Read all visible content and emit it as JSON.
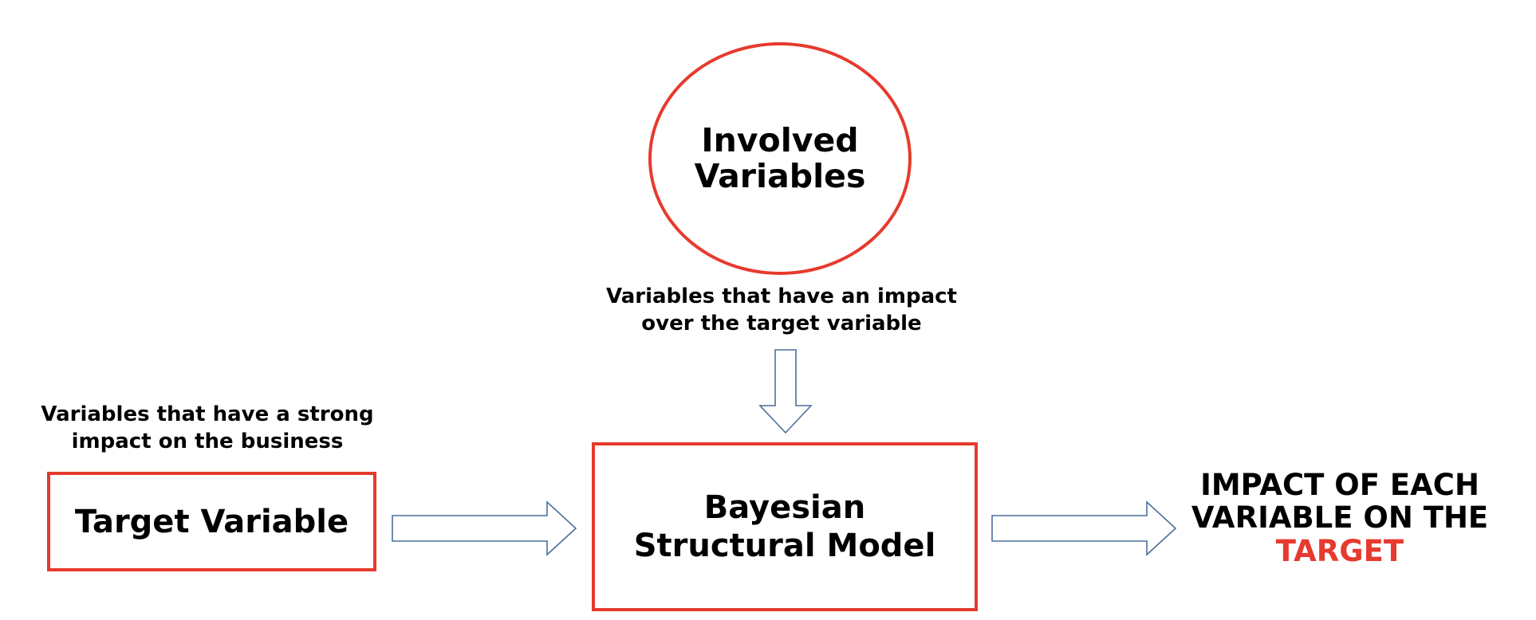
{
  "diagram": {
    "involved": {
      "label": "Involved Variables",
      "caption_line1": "Variables that have an impact",
      "caption_line2": "over the target variable"
    },
    "target": {
      "label": "Target Variable",
      "caption_line1": "Variables that have a strong",
      "caption_line2": "impact on the business"
    },
    "model": {
      "label_line1": "Bayesian",
      "label_line2": "Structural Model"
    },
    "result": {
      "line1": "IMPACT OF EACH",
      "line2": "VARIABLE ON THE",
      "accent": "TARGET"
    },
    "colors": {
      "node_border": "#e63a2e",
      "arrow_stroke": "#4a6f9a",
      "accent_text": "#e63a2e"
    }
  }
}
